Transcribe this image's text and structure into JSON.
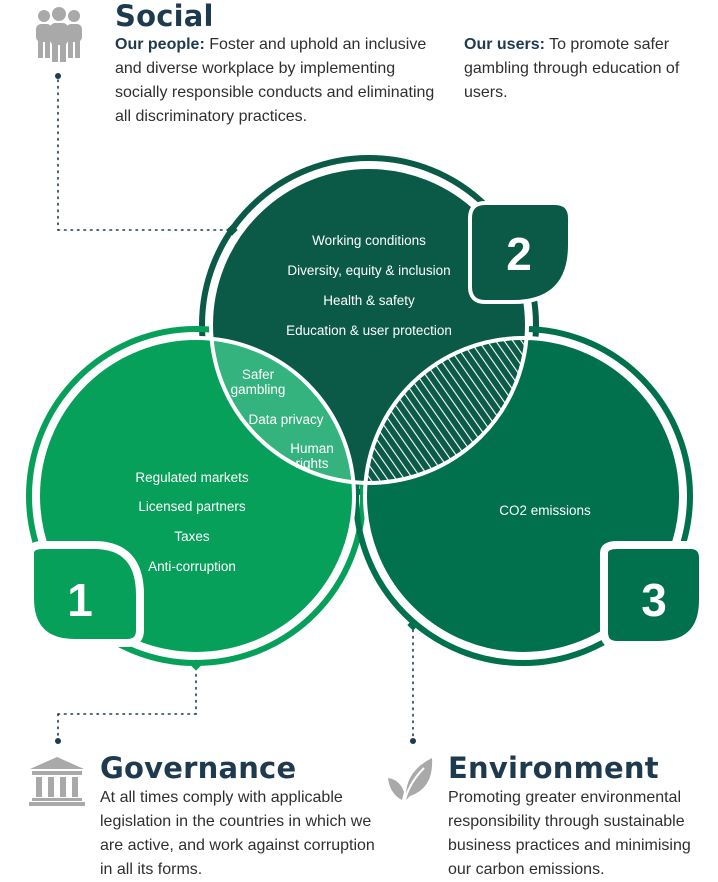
{
  "social": {
    "title": "Social",
    "people_label": "Our people:",
    "people_text": " Foster and uphold an inclusive and diverse workplace by implementing socially responsible conducts and eliminating all discriminatory practices.",
    "users_label": "Our users:",
    "users_text": " To promote safer gambling through education of users.",
    "icon": "people-group-icon"
  },
  "circles": {
    "social_number": "2",
    "governance_number": "1",
    "environment_number": "3",
    "social_items": [
      "Working conditions",
      "Diversity, equity & inclusion",
      "Health & safety",
      "Education & user protection"
    ],
    "governance_items": [
      "Regulated markets",
      "Licensed partners",
      "Taxes",
      "Anti-corruption"
    ],
    "environment_items": [
      "CO2 emissions"
    ],
    "overlap_line1": "Safer",
    "overlap_line2": "gambling",
    "overlap_line3": "Data privacy",
    "overlap_line4": "Human",
    "overlap_line5": "rights"
  },
  "governance": {
    "title": "Governance",
    "text": "At all times comply with applicable legislation in the countries in which we are active, and work against corruption in all its forms.",
    "icon": "building-columns-icon"
  },
  "environment": {
    "title": "Environment",
    "text": "Promoting greater environmental responsibility through sustainable business practices and minimising our carbon emissions.",
    "icon": "leaf-icon"
  },
  "colors": {
    "social_circle": "#0a5a47",
    "governance_circle": "#07a05a",
    "environment_circle": "#00704d",
    "overlap": "#34b37e",
    "heading": "#1e3a4f"
  }
}
